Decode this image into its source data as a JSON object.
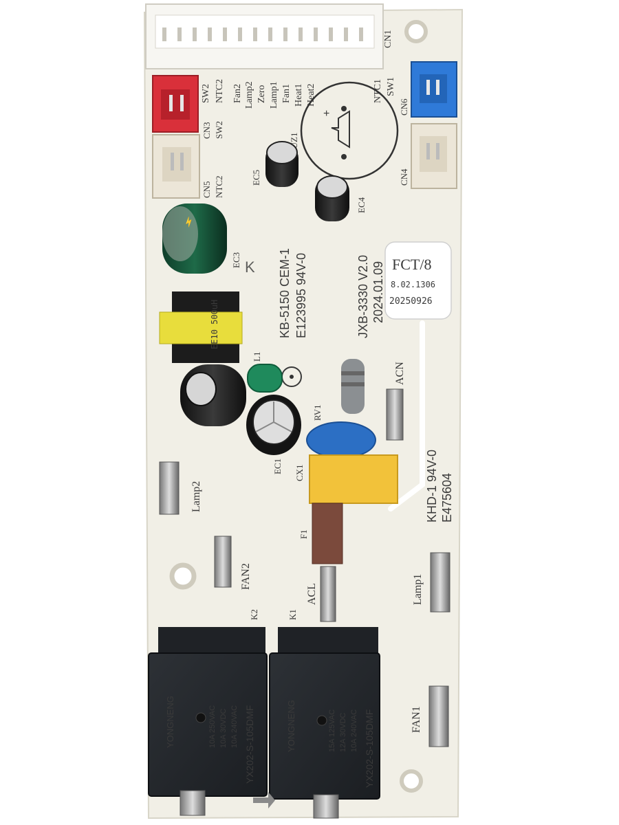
{
  "board": {
    "labels": {
      "cn1": "CN1",
      "cn3": "CN3",
      "sw2_cn3": "SW2",
      "cn5": "CN5",
      "ntc2_cn5": "NTC2",
      "cn6": "CN6",
      "cn4": "CN4",
      "header_pins": [
        "SW2",
        "NTC2",
        "Fan2",
        "Lamp2",
        "Zero",
        "Lamp1",
        "Fan1",
        "Heat1",
        "Heat2"
      ],
      "ntc1": "NTC1",
      "sw1": "SW1",
      "buz1": "BUZ1",
      "ec5": "EC5",
      "ec4": "EC4",
      "ec3": "EC3",
      "ec1": "EC1",
      "l1": "L1",
      "rv1": "RV1",
      "cx1": "CX1",
      "f1": "F1",
      "acn": "ACN",
      "acl": "ACL",
      "lamp2": "Lamp2",
      "lamp1": "Lamp1",
      "fan2": "FAN2",
      "fan1": "FAN1",
      "k1": "K1",
      "k2": "K2",
      "pcb_model_a": "KB-5150 CEM-1",
      "pcb_model_a_line2": "E123995    94V-0",
      "pcb_model_b": "JXB-3330 V2.0",
      "pcb_model_b_line2": "2024.01.09",
      "pcb_model_c": "KHD-1   94V-0",
      "pcb_model_c_line2": "E475604",
      "transformer": "EE10 500uH"
    },
    "sticker": {
      "line1": "FCT/8",
      "line2": "8.02.1306",
      "line3": "20250926"
    },
    "relay": {
      "brand": "YONGNENG",
      "model": "YX202-S-105DMF",
      "rating_1": "10A 250VAC",
      "rating_2": "10A 30VDC",
      "rating_3": "10A 240VAC",
      "rating_4": "15A 125VAC",
      "rating_5": "12A 30VDC"
    },
    "colors": {
      "board": "#f1efe6",
      "connector_red": "#d9303a",
      "connector_blue": "#2f7ad8",
      "relay": "#24272c",
      "cx1_yellow": "#f2c23a",
      "rv1_blue": "#2c6fc4"
    }
  }
}
